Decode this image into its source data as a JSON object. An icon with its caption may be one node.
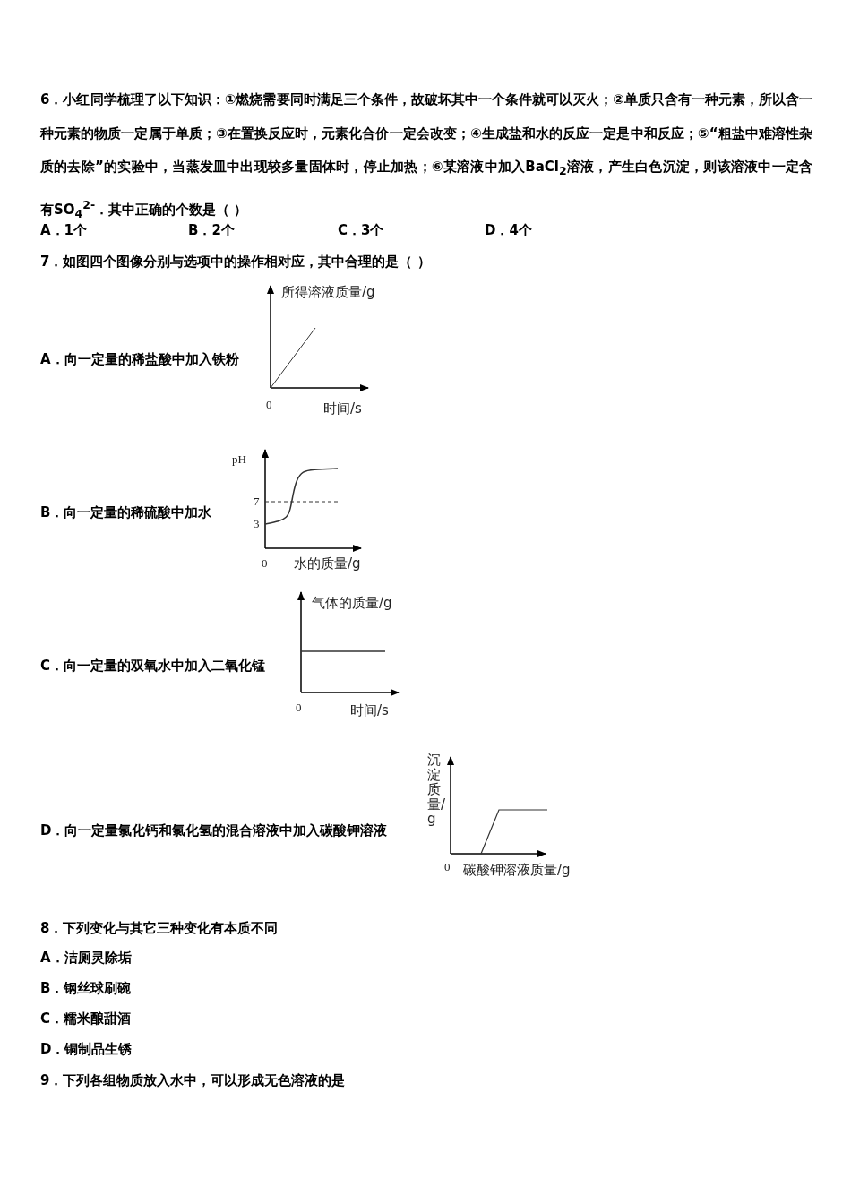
{
  "diagram": {
    "labels": [
      "6．小红同学梳理了以下知识：①燃烧需要同时满足三个条件，故破坏其中一个条件就可以灭火；②单质只含有一种元素，所以含一种元素的物质一定属于单质；③在置换反应时，元素化合价一定会改变；④生成盐和水的反应一定是中和反应；⑤“粗盐中难溶性杂质的去除”的实验中，当蒸发皿中出现较多量固体时，停止加热；⑥某溶液中加入BaCl$_{2}$溶液，产生白色沉淀，则该溶液中一定含有SO$_{4}$$^{2-}$．其中正确的个数是（ ）",
      "A．1个",
      "B．2个",
      "C．3个",
      "D．4个",
      "7．如图四个图像分别与选项中的操作相对应，其中合理的是（ ）",
      "所得溶液质量/g",
      "A．向一定量的稀盐酸中加入铁粉",
      "0",
      "时间/s",
      "pH",
      "7",
      "3",
      "B．向一定量的稀硫酸中加水",
      "0",
      "水的质量/g",
      "气体的质量/g",
      "C．向一定量的双氧水中加入二氧化锰",
      "0",
      "时间/s",
      "沉淀质量/g",
      "D．向一定量氯化钙和氯化氢的混合溶液中加入碳酸钾溶液",
      "0",
      "碳酸钾溶液质量/g",
      "8．下列变化与其它三种变化有本质不同",
      "A．洁厕灵除垢",
      "B．钢丝球刷碗",
      "C．糯米酿甜酒",
      "D．铜制品生锈",
      "9．下列各组物质放入水中，可以形成无色溶液的是"
    ]
  }
}
